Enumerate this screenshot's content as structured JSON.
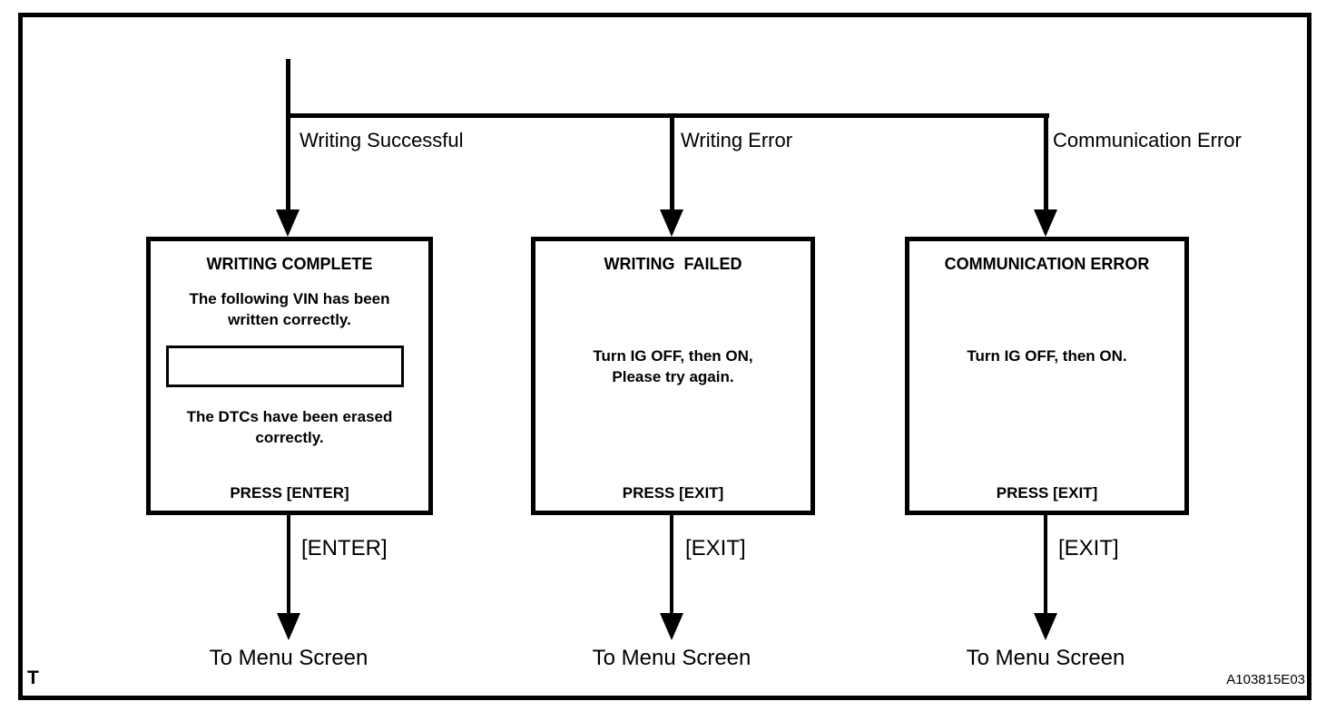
{
  "figure": {
    "corner_label": "T",
    "figure_code": "A103815E03",
    "colors": {
      "line": "#000000",
      "background": "#ffffff",
      "text": "#000000"
    }
  },
  "flow": {
    "branches": [
      {
        "id": "writing-successful",
        "condition_label": "Writing Successful",
        "box": {
          "title": "WRITING COMPLETE",
          "body_top": "The following VIN has been\nwritten correctly.",
          "vin_field_value": "",
          "body_bottom": "The DTCs have been erased\ncorrectly.",
          "press_label": "PRESS [ENTER]"
        },
        "key_label": "[ENTER]",
        "destination": "To Menu Screen"
      },
      {
        "id": "writing-error",
        "condition_label": "Writing Error",
        "box": {
          "title": "WRITING  FAILED",
          "body": "Turn IG OFF, then ON,\nPlease try again.",
          "press_label": "PRESS [EXIT]"
        },
        "key_label": "[EXIT]",
        "destination": "To Menu Screen"
      },
      {
        "id": "communication-error",
        "condition_label": "Communication Error",
        "box": {
          "title": "COMMUNICATION ERROR",
          "body": "Turn IG OFF, then ON.",
          "press_label": "PRESS [EXIT]"
        },
        "key_label": "[EXIT]",
        "destination": "To Menu Screen"
      }
    ]
  }
}
